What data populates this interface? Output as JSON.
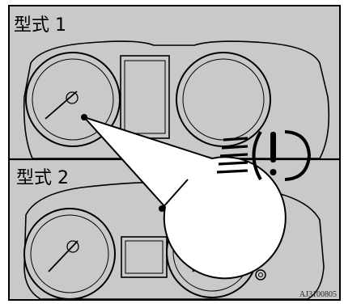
{
  "panels": [
    {
      "label": "型式 1"
    },
    {
      "label": "型式 2"
    }
  ],
  "callout": {
    "icon": "headlight-leveling-warning-icon"
  },
  "figure_code": "AJ3100805",
  "colors": {
    "panel_gray": "#c9c9c9",
    "line": "#000000",
    "background": "#ffffff"
  }
}
